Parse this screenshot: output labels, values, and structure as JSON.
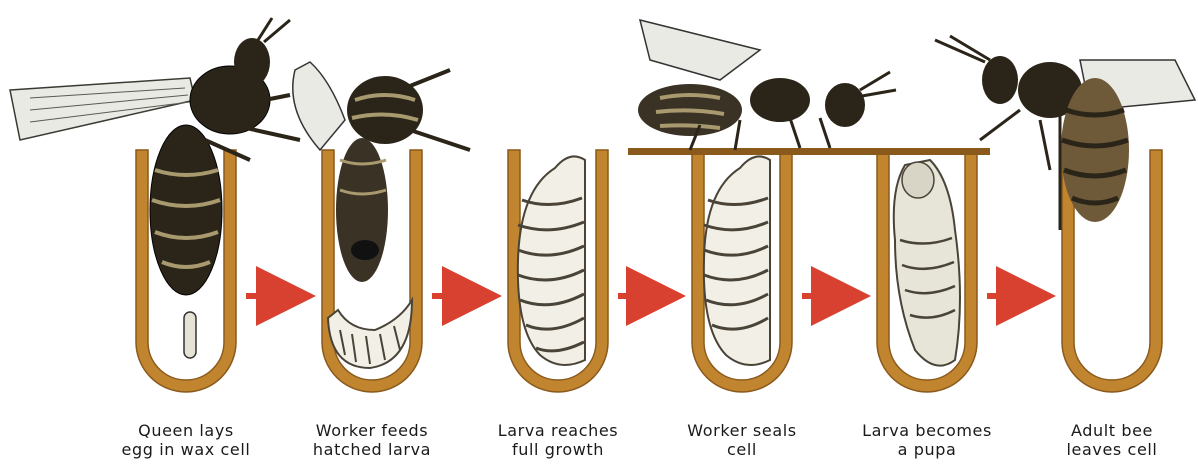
{
  "colors": {
    "wax": "#c1842f",
    "wax_edge": "#8a5a1c",
    "arrow": "#d8412f",
    "larva": "#f1efe6",
    "larva_stripe": "#4a4438",
    "bee_dark": "#2b2519",
    "bee_tan": "#a89a6e",
    "wing": "#e9eae3"
  },
  "stages": [
    {
      "id": "queen-lays-egg",
      "icon": "queen-bee-icon",
      "line1": "Queen lays",
      "line2": "egg in wax cell"
    },
    {
      "id": "worker-feeds-larva",
      "icon": "worker-bee-icon",
      "line1": "Worker feeds",
      "line2": "hatched larva"
    },
    {
      "id": "larva-full-growth",
      "icon": "larva-icon",
      "line1": "Larva reaches",
      "line2": "full growth"
    },
    {
      "id": "worker-seals-cell",
      "icon": "worker-bee-icon",
      "line1": "Worker  seals",
      "line2": "cell"
    },
    {
      "id": "larva-becomes-pupa",
      "icon": "pupa-icon",
      "line1": "Larva becomes",
      "line2": "a pupa"
    },
    {
      "id": "adult-leaves-cell",
      "icon": "adult-bee-icon",
      "line1": "Adult bee",
      "line2": "leaves cell"
    }
  ],
  "arrows": [
    "arrow-icon",
    "arrow-icon",
    "arrow-icon",
    "arrow-icon",
    "arrow-icon"
  ]
}
